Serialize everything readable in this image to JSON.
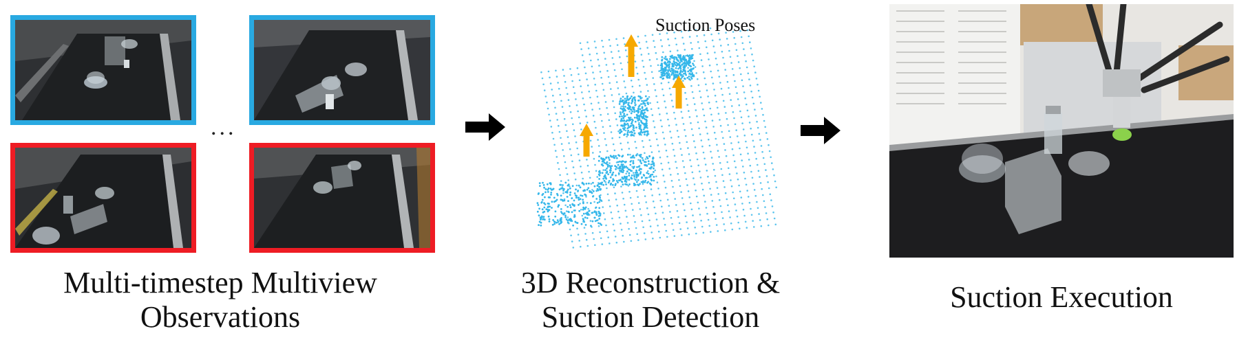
{
  "observations": {
    "caption_line1": "Multi-timestep Multiview",
    "caption_line2": "Observations",
    "ellipsis": "...",
    "frame_colors": {
      "current": "#29a9e1",
      "previous": "#ee1c24"
    }
  },
  "reconstruction": {
    "caption_line1": "3D Reconstruction &",
    "caption_line2": "Suction Detection",
    "label": "Suction Poses",
    "point_color": "#35b7ea",
    "pose_arrow_color": "#f6a800"
  },
  "execution": {
    "caption": "Suction Execution"
  },
  "flow_arrow_icon": "right-arrow-icon"
}
